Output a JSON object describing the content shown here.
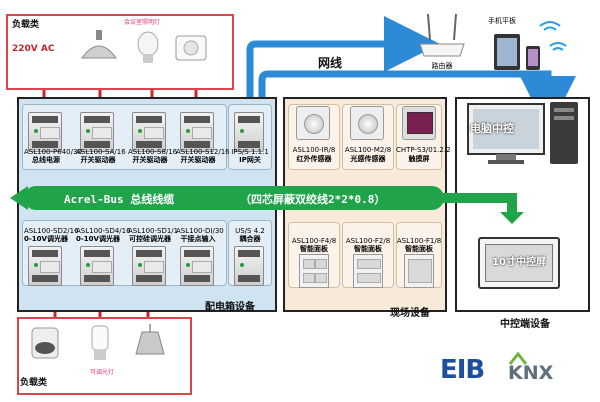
{
  "load_top": {
    "title": "负载类",
    "voltage": "220V AC",
    "category_pink": "会议室照明灯"
  },
  "load_bottom": {
    "title": "负载类",
    "category_pink": "可调光灯"
  },
  "network_label": "网线",
  "router_label": "路由器",
  "mobile_label": "手机平板",
  "bus": {
    "label": "Acrel-Bus 总线线缆",
    "spec": "（四芯屏蔽双绞线2*2*0.8）"
  },
  "cabinet": {
    "title": "配电箱设备",
    "top_modules": [
      {
        "code": "ASL100-P640/30",
        "name": "总线电源"
      },
      {
        "code": "ASL100-SA/16",
        "name": "开关驱动器"
      },
      {
        "code": "ASL100-S8/16",
        "name": "开关驱动器"
      },
      {
        "code": "ASL100-S12/16",
        "name": "开关驱动器"
      },
      {
        "code": "IPS/S 1.1.1",
        "name": "IP网关"
      }
    ],
    "bottom_modules": [
      {
        "code": "ASL100-SD2/16",
        "name": "0-10V调光器"
      },
      {
        "code": "ASL100-SD4/16",
        "name": "0-10V调光器"
      },
      {
        "code": "ASL100-SD1/1",
        "name": "可控硅调光器"
      },
      {
        "code": "ASL100-DI/30",
        "name": "干接点输入"
      },
      {
        "code": "US/S 4.2",
        "name": "耦合器"
      }
    ]
  },
  "field": {
    "title": "现场设备",
    "top_devices": [
      {
        "code": "ASL100-IR/8",
        "name": "红外传感器"
      },
      {
        "code": "ASL100-M2/8",
        "name": "光感传感器"
      },
      {
        "code": "CHTP-S3/01.2.2",
        "name": "触摸屏"
      }
    ],
    "bottom_devices": [
      {
        "code": "ASL100-F4/8",
        "name": "智能面板"
      },
      {
        "code": "ASL100-F2/8",
        "name": "智能面板"
      },
      {
        "code": "ASL100-F1/8",
        "name": "智能面板"
      }
    ]
  },
  "control": {
    "title": "中控端设备",
    "pc_label": "电脑中控",
    "screen_label": "10寸中控屏"
  },
  "logos": {
    "eib": "EIB",
    "knx": "KNX"
  },
  "colors": {
    "bus_green": "#21a34a",
    "net_blue": "#2d8ad6",
    "load_red": "#d9454a",
    "wire_red": "#c8262d"
  }
}
